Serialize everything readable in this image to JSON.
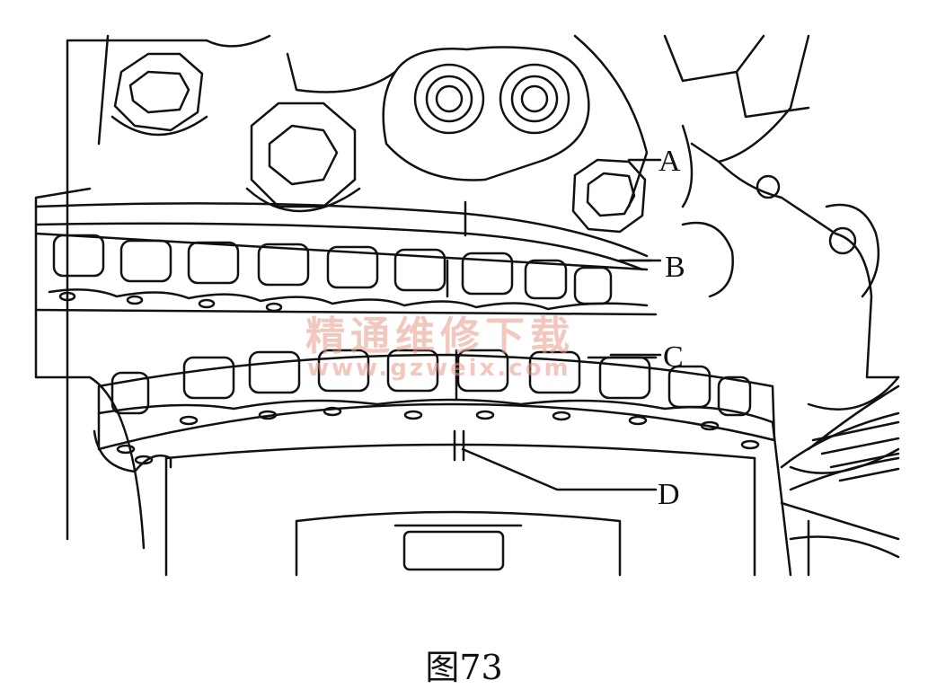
{
  "figure": {
    "labels": {
      "a": "A",
      "b": "B",
      "c": "C",
      "d": "D"
    },
    "watermark": {
      "line1": "精通维修下载",
      "line2": "www.gzweix.com",
      "color": "#e89a8a"
    }
  },
  "caption": "图73"
}
